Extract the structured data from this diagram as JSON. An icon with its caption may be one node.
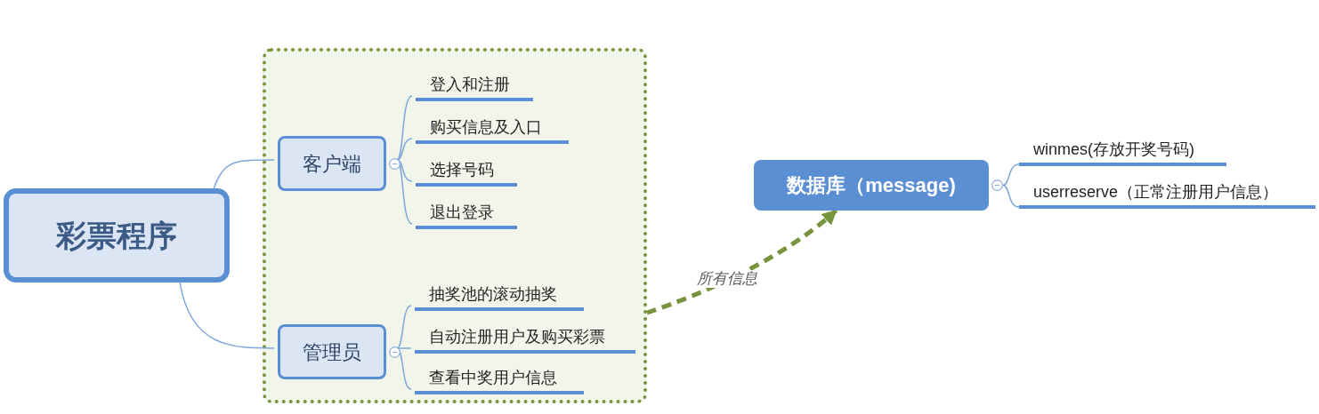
{
  "diagram": {
    "nodes": [
      {
        "text": [
          "彩票程序"
        ]
      },
      {
        "text": [],
        "shape": "box"
      },
      {
        "text": [
          "客户端"
        ],
        "in": 1
      },
      {
        "text": [
          "登入和注册"
        ],
        "in": 1
      },
      {
        "text": [
          "购买信息及入口"
        ],
        "in": 1
      },
      {
        "text": [
          "选择号码"
        ],
        "in": 1
      },
      {
        "text": [
          "退出登录"
        ],
        "in": 1
      },
      {
        "text": [
          "管理员"
        ],
        "in": 1
      },
      {
        "text": [
          "抽奖池的滚动抽奖"
        ],
        "in": 1
      },
      {
        "text": [
          "自动注册用户及购买彩票"
        ],
        "in": 1
      },
      {
        "text": [
          "查看中奖用户信息"
        ],
        "in": 1
      },
      {
        "text": [
          "数据库（message)"
        ]
      },
      {
        "text": [
          "winmes(存放开奖号码)"
        ]
      },
      {
        "text": [
          "userreserve（正常注册用户信息）"
        ]
      }
    ],
    "edges": [
      {
        "from": 0,
        "to": 2,
        "arrow": "none"
      },
      {
        "from": 2,
        "to": 3,
        "arrow": "none"
      },
      {
        "from": 2,
        "to": 4,
        "arrow": "none"
      },
      {
        "from": 2,
        "to": 5,
        "arrow": "none"
      },
      {
        "from": 2,
        "to": 6,
        "arrow": "none"
      },
      {
        "from": 0,
        "to": 7,
        "arrow": "none"
      },
      {
        "from": 7,
        "to": 8,
        "arrow": "none"
      },
      {
        "from": 7,
        "to": 9,
        "arrow": "none"
      },
      {
        "from": 7,
        "to": 10,
        "arrow": "none"
      },
      {
        "from": 1,
        "to": 11,
        "arrow": "to",
        "label": "所有信息",
        "style": "dashed",
        "color": "#77933c"
      },
      {
        "from": 11,
        "to": 12,
        "arrow": "none"
      },
      {
        "from": 11,
        "to": 13,
        "arrow": "none"
      }
    ]
  }
}
